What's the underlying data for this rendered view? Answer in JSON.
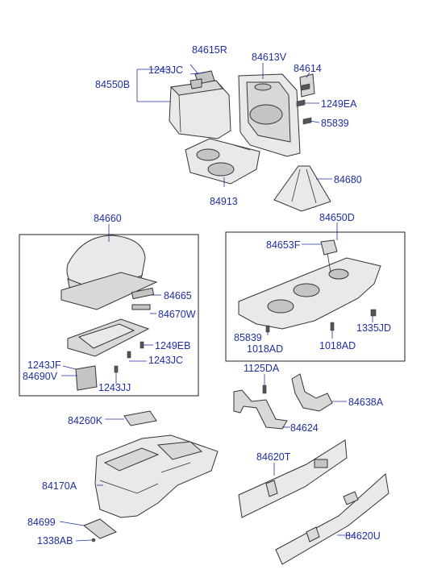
{
  "labels": {
    "p84615R": "84615R",
    "p1243JC_a": "1243JC",
    "p84550B": "84550B",
    "p84613V": "84613V",
    "p84614": "84614",
    "p1249EA": "1249EA",
    "p85839_a": "85839",
    "p84913": "84913",
    "p84680": "84680",
    "p84660": "84660",
    "p84650D": "84650D",
    "p84653F": "84653F",
    "p84665": "84665",
    "p84670W": "84670W",
    "p1249EB": "1249EB",
    "p1243JC_b": "1243JC",
    "p1243JF": "1243JF",
    "p84690V": "84690V",
    "p1243JJ": "1243JJ",
    "p85839_b": "85839",
    "p1018AD_a": "1018AD",
    "p1018AD_b": "1018AD",
    "p1335JD": "1335JD",
    "p1125DA": "1125DA",
    "p84638A": "84638A",
    "p84624": "84624",
    "p84260K": "84260K",
    "p84170A": "84170A",
    "p84620T": "84620T",
    "p84699": "84699",
    "p1338AB": "1338AB",
    "p84620U": "84620U"
  }
}
